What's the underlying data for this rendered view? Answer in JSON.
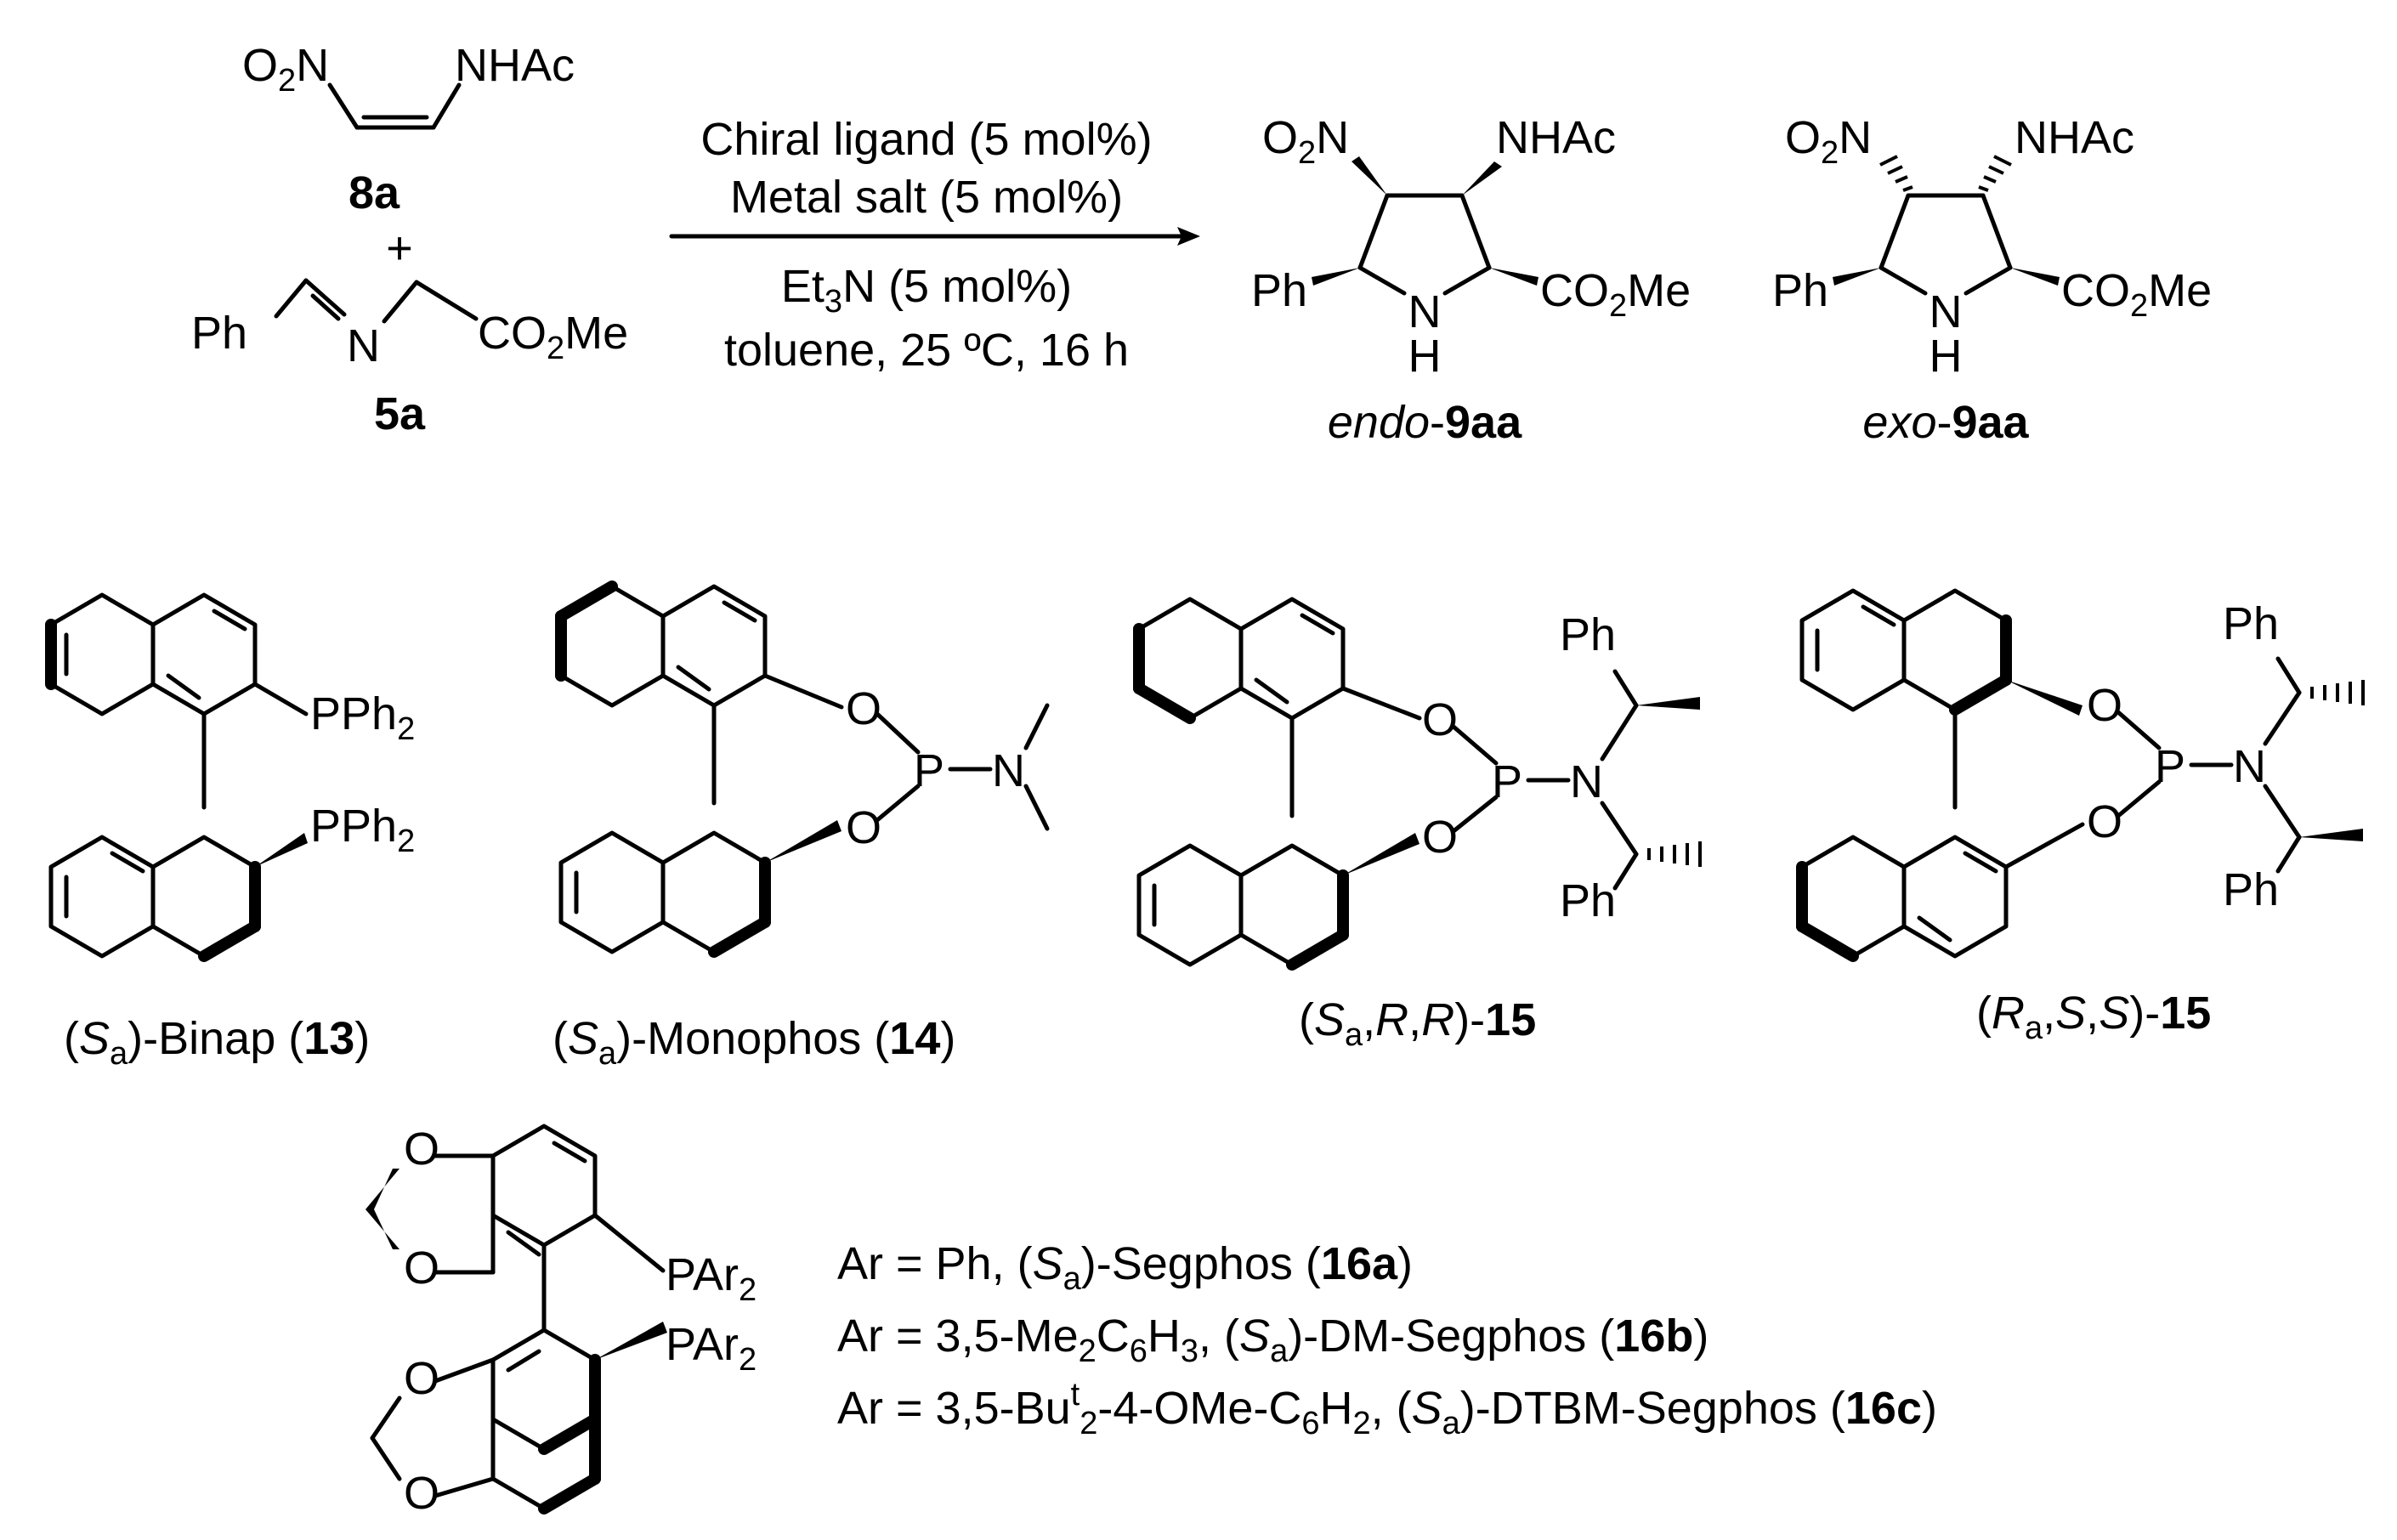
{
  "reaction": {
    "reagent_8a": {
      "nitro": "O",
      "nitro_sub": "2",
      "nitro_tail": "N",
      "amide": "NHAc",
      "label": "8a"
    },
    "plus": "+",
    "imine_5a": {
      "ph": "Ph",
      "n": "N",
      "ester": "CO",
      "ester_sub": "2",
      "ester_tail": "Me",
      "label": "5a"
    },
    "conditions": {
      "line1": "Chiral ligand (5 mol%)",
      "line2": "Metal salt (5 mol%)",
      "line3_a": "Et",
      "line3_sub": "3",
      "line3_b": "N (5 mol%)",
      "line4": "toluene, 25 ºC, 16 h"
    },
    "product_endo": {
      "nitro": "O",
      "nitro_sub": "2",
      "nitro_tail": "N",
      "amide": "NHAc",
      "ph": "Ph",
      "nh_n": "N",
      "nh_h": "H",
      "ester": "CO",
      "ester_sub": "2",
      "ester_tail": "Me",
      "label_prefix": "endo",
      "label_sep": "-",
      "label_num": "9aa"
    },
    "product_exo": {
      "nitro": "O",
      "nitro_sub": "2",
      "nitro_tail": "N",
      "amide": "NHAc",
      "ph": "Ph",
      "nh_n": "N",
      "nh_h": "H",
      "ester": "CO",
      "ester_sub": "2",
      "ester_tail": "Me",
      "label_prefix": "exo",
      "label_sep": "-",
      "label_num": "9aa"
    }
  },
  "ligands": {
    "binap": {
      "pph2_a": "PPh",
      "pph2_a_sub": "2",
      "pph2_b": "PPh",
      "pph2_b_sub": "2",
      "cap_open": "(",
      "cap_s": "S",
      "cap_s_sub": "a",
      "cap_mid": ")-Binap (",
      "cap_num": "13",
      "cap_close": ")"
    },
    "monophos": {
      "o1": "O",
      "o2": "O",
      "p": "P",
      "n": "N",
      "cap_open": "(",
      "cap_s": "S",
      "cap_s_sub": "a",
      "cap_mid": ")-Monophos (",
      "cap_num": "14",
      "cap_close": ")"
    },
    "l15_srr": {
      "o1": "O",
      "o2": "O",
      "p": "P",
      "n": "N",
      "ph1": "Ph",
      "ph2": "Ph",
      "cap_open": "(",
      "cap_s": "S",
      "cap_s_sub": "a",
      "cap_c1": ",",
      "cap_r1": "R",
      "cap_c2": ",",
      "cap_r2": "R",
      "cap_close": ")-",
      "cap_num": "15"
    },
    "l15_rss": {
      "o1": "O",
      "o2": "O",
      "p": "P",
      "n": "N",
      "ph1": "Ph",
      "ph2": "Ph",
      "cap_open": "(",
      "cap_r": "R",
      "cap_r_sub": "a",
      "cap_c1": ",",
      "cap_s1": "S",
      "cap_c2": ",",
      "cap_s2": "S",
      "cap_close": ")-",
      "cap_num": "15"
    },
    "segphos": {
      "o1": "O",
      "o2": "O",
      "o3": "O",
      "o4": "O",
      "par2_a": "PAr",
      "par2_a_sub": "2",
      "par2_b": "PAr",
      "par2_b_sub": "2",
      "line1": {
        "a": "Ar = Ph, (",
        "s": "S",
        "s_sub": "a",
        "b": ")-Segphos (",
        "num": "16a",
        "c": ")"
      },
      "line2": {
        "a": "Ar = 3,5-Me",
        "sub1": "2",
        "b": "C",
        "sub2": "6",
        "c": "H",
        "sub3": "3",
        "d": ", (",
        "s": "S",
        "s_sub": "a",
        "e": ")-DM-Segphos (",
        "num": "16b",
        "f": ")"
      },
      "line3": {
        "a": "Ar = 3,5-Bu",
        "sup": "t",
        "sub0": "2",
        "b": "-4-OMe-C",
        "sub1": "6",
        "c": "H",
        "sub2": "2",
        "d": ", (",
        "s": "S",
        "s_sub": "a",
        "e": ")-DTBM-Segphos (",
        "num": "16c",
        "f": ")"
      }
    }
  }
}
